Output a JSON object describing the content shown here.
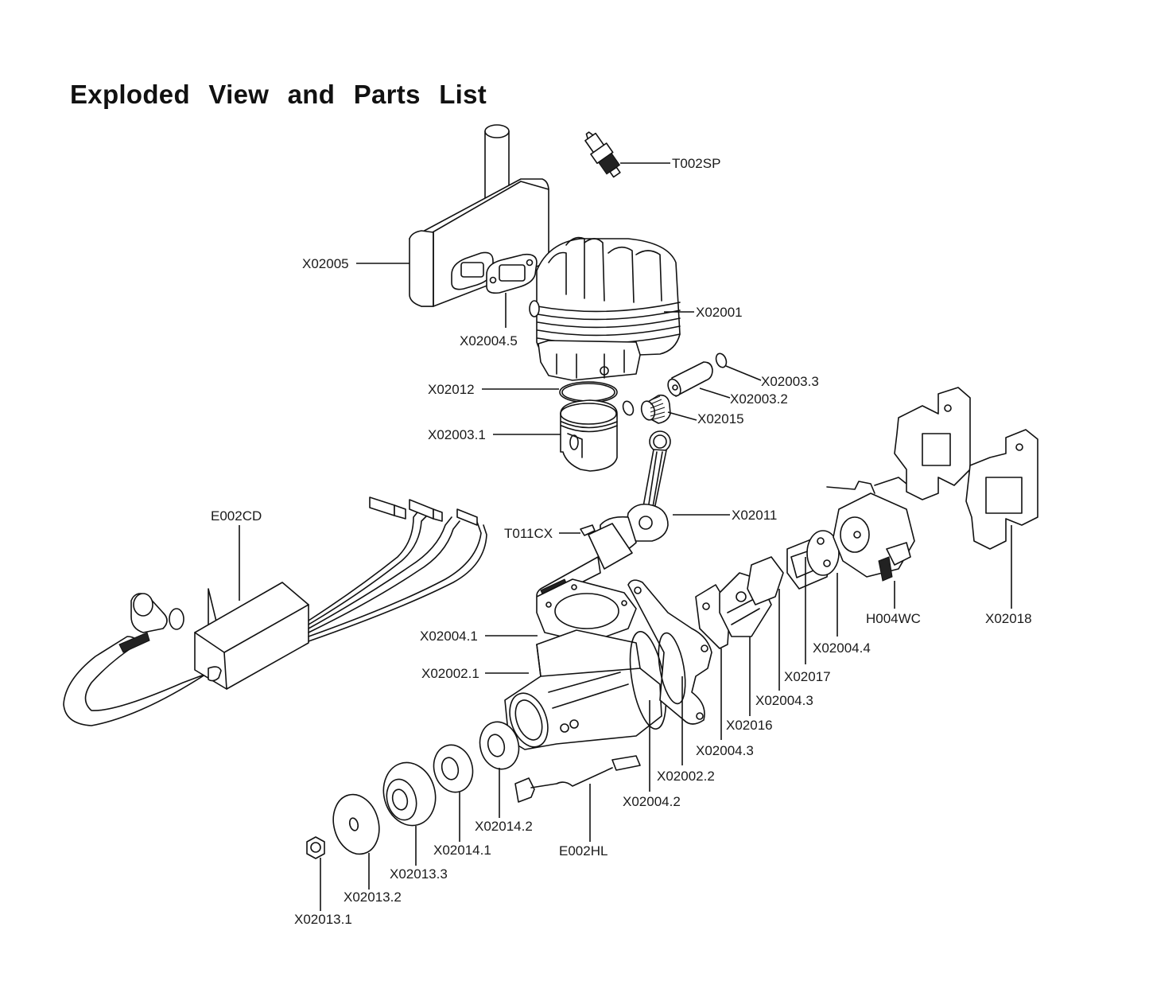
{
  "page": {
    "title": "Exploded View and Parts List"
  },
  "parts": [
    {
      "id": "T002SP",
      "label": "T002SP",
      "part": "spark-plug"
    },
    {
      "id": "X02005",
      "label": "X02005",
      "part": "muffler"
    },
    {
      "id": "X02004.5",
      "label": "X02004.5",
      "part": "muffler-gasket"
    },
    {
      "id": "X02001",
      "label": "X02001",
      "part": "cylinder"
    },
    {
      "id": "X02003.3",
      "label": "X02003.3",
      "part": "circlip"
    },
    {
      "id": "X02003.2",
      "label": "X02003.2",
      "part": "piston-pin"
    },
    {
      "id": "X02012",
      "label": "X02012",
      "part": "piston-ring"
    },
    {
      "id": "X02015",
      "label": "X02015",
      "part": "needle-bearing"
    },
    {
      "id": "X02003.1",
      "label": "X02003.1",
      "part": "piston"
    },
    {
      "id": "E002CD",
      "label": "E002CD",
      "part": "ignition-module"
    },
    {
      "id": "X02011",
      "label": "X02011",
      "part": "crankshaft-con-rod"
    },
    {
      "id": "T011CX",
      "label": "T011CX",
      "part": "woodruff-key"
    },
    {
      "id": "H004WC",
      "label": "H004WC",
      "part": "carburetor"
    },
    {
      "id": "X02018",
      "label": "X02018",
      "part": "engine-mount"
    },
    {
      "id": "X02004.1",
      "label": "X02004.1",
      "part": "cylinder-gasket"
    },
    {
      "id": "X02004.4",
      "label": "X02004.4",
      "part": "carburetor-gasket"
    },
    {
      "id": "X02002.1",
      "label": "X02002.1",
      "part": "crankcase-front"
    },
    {
      "id": "X02017",
      "label": "X02017",
      "part": "reed-valve"
    },
    {
      "id": "X02004.3a",
      "label": "X02004.3",
      "part": "intake-gasket-outer"
    },
    {
      "id": "X02016",
      "label": "X02016",
      "part": "intake-manifold"
    },
    {
      "id": "X02004.3b",
      "label": "X02004.3",
      "part": "intake-gasket-inner"
    },
    {
      "id": "X02002.2",
      "label": "X02002.2",
      "part": "crankcase-rear"
    },
    {
      "id": "X02004.2",
      "label": "X02004.2",
      "part": "crankcase-gasket"
    },
    {
      "id": "X02014.2",
      "label": "X02014.2",
      "part": "bearing-rear"
    },
    {
      "id": "X02014.1",
      "label": "X02014.1",
      "part": "bearing-front"
    },
    {
      "id": "E002HL",
      "label": "E002HL",
      "part": "hall-sensor"
    },
    {
      "id": "X02013.3",
      "label": "X02013.3",
      "part": "prop-hub"
    },
    {
      "id": "X02013.2",
      "label": "X02013.2",
      "part": "prop-washer"
    },
    {
      "id": "X02013.1",
      "label": "X02013.1",
      "part": "prop-nut"
    }
  ]
}
